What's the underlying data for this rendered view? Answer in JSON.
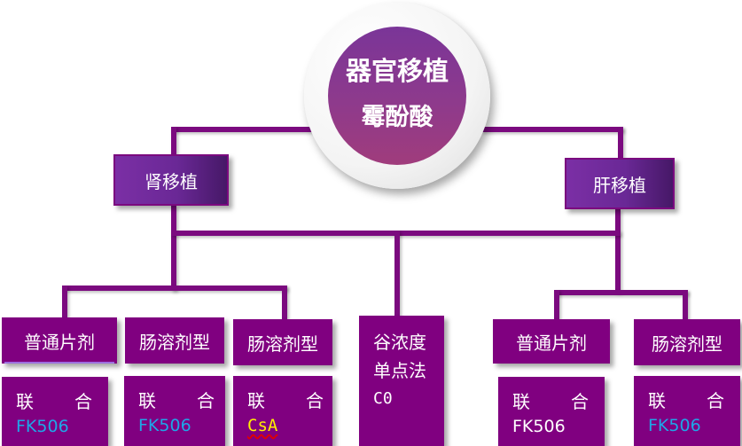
{
  "center": {
    "title": "器官移植",
    "subtitle": "霉酚酸"
  },
  "organs": {
    "kidney": "肾移植",
    "liver": "肝移植"
  },
  "kidney_branch": [
    {
      "form": "普通片剂",
      "combo_label_1": "联",
      "combo_label_2": "合",
      "drug": "FK506",
      "drug_color": "#1ea7e8"
    },
    {
      "form": "肠溶剂型",
      "combo_label_1": "联",
      "combo_label_2": "合",
      "drug": "FK506",
      "drug_color": "#1ea7e8"
    },
    {
      "form": "肠溶剂型",
      "combo_label_1": "联",
      "combo_label_2": "合",
      "drug": "CsA",
      "drug_color": "#ffef00"
    }
  ],
  "trough": {
    "line1": "谷浓度",
    "line2": "单点法",
    "line3": "C0"
  },
  "liver_branch": [
    {
      "form": "普通片剂",
      "combo_label_1": "联",
      "combo_label_2": "合",
      "drug": "FK506",
      "drug_color": "#ffffff"
    },
    {
      "form": "肠溶剂型",
      "combo_label_1": "联",
      "combo_label_2": "合",
      "drug": "FK506",
      "drug_color": "#1ea7e8"
    }
  ],
  "colors": {
    "connector": "#7b0a7f",
    "box": "#800080",
    "accent_blue": "#1ea7e8",
    "accent_yellow": "#ffef00"
  }
}
